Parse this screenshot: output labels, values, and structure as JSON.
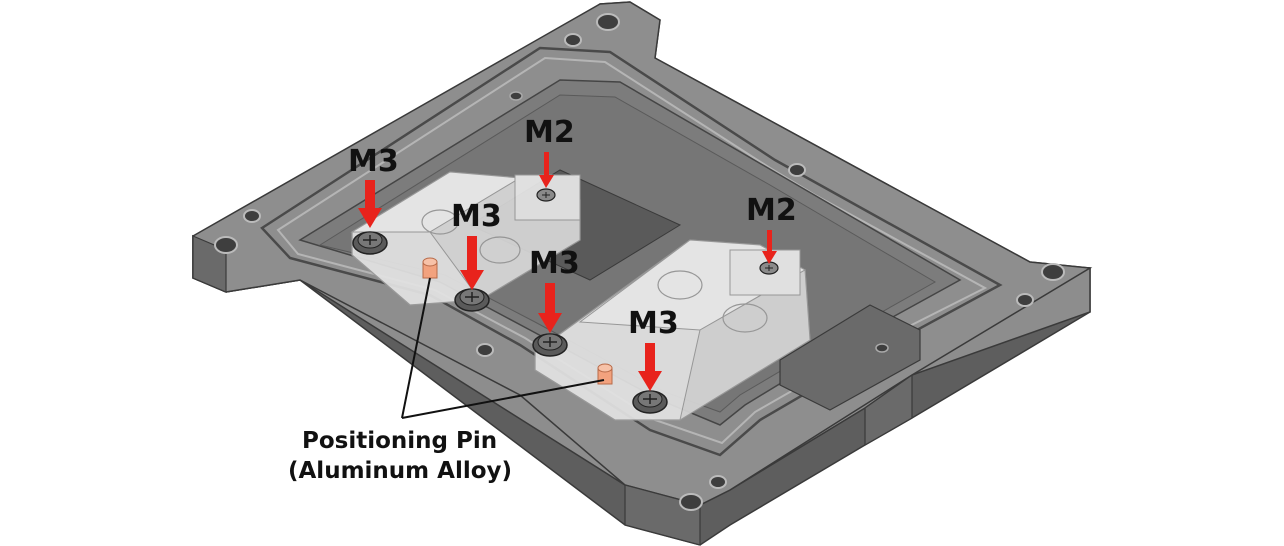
{
  "labels": {
    "screw_m3": "M3",
    "screw_m2": "M2",
    "pin_line1": "Positioning Pin",
    "pin_line2": "(Aluminum Alloy)"
  },
  "colors": {
    "arrow": "#e8231c",
    "base": "#8a8a8a",
    "clear_part": "#dcdcdc",
    "pin": "#f2a27e"
  }
}
